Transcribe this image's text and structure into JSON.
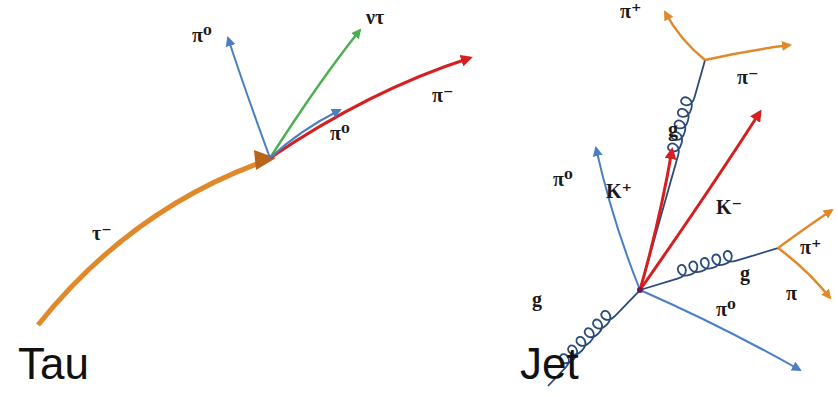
{
  "diagram": {
    "labels": [
      "τ⁻",
      "π⁰",
      "ντ",
      "π⁻",
      "π⁰",
      "Tau",
      "π⁺",
      "π⁻",
      "g",
      "π⁰",
      "K⁺",
      "K⁻",
      "g",
      "π⁺",
      "π",
      "g",
      "π⁰",
      "Jet"
    ]
  }
}
